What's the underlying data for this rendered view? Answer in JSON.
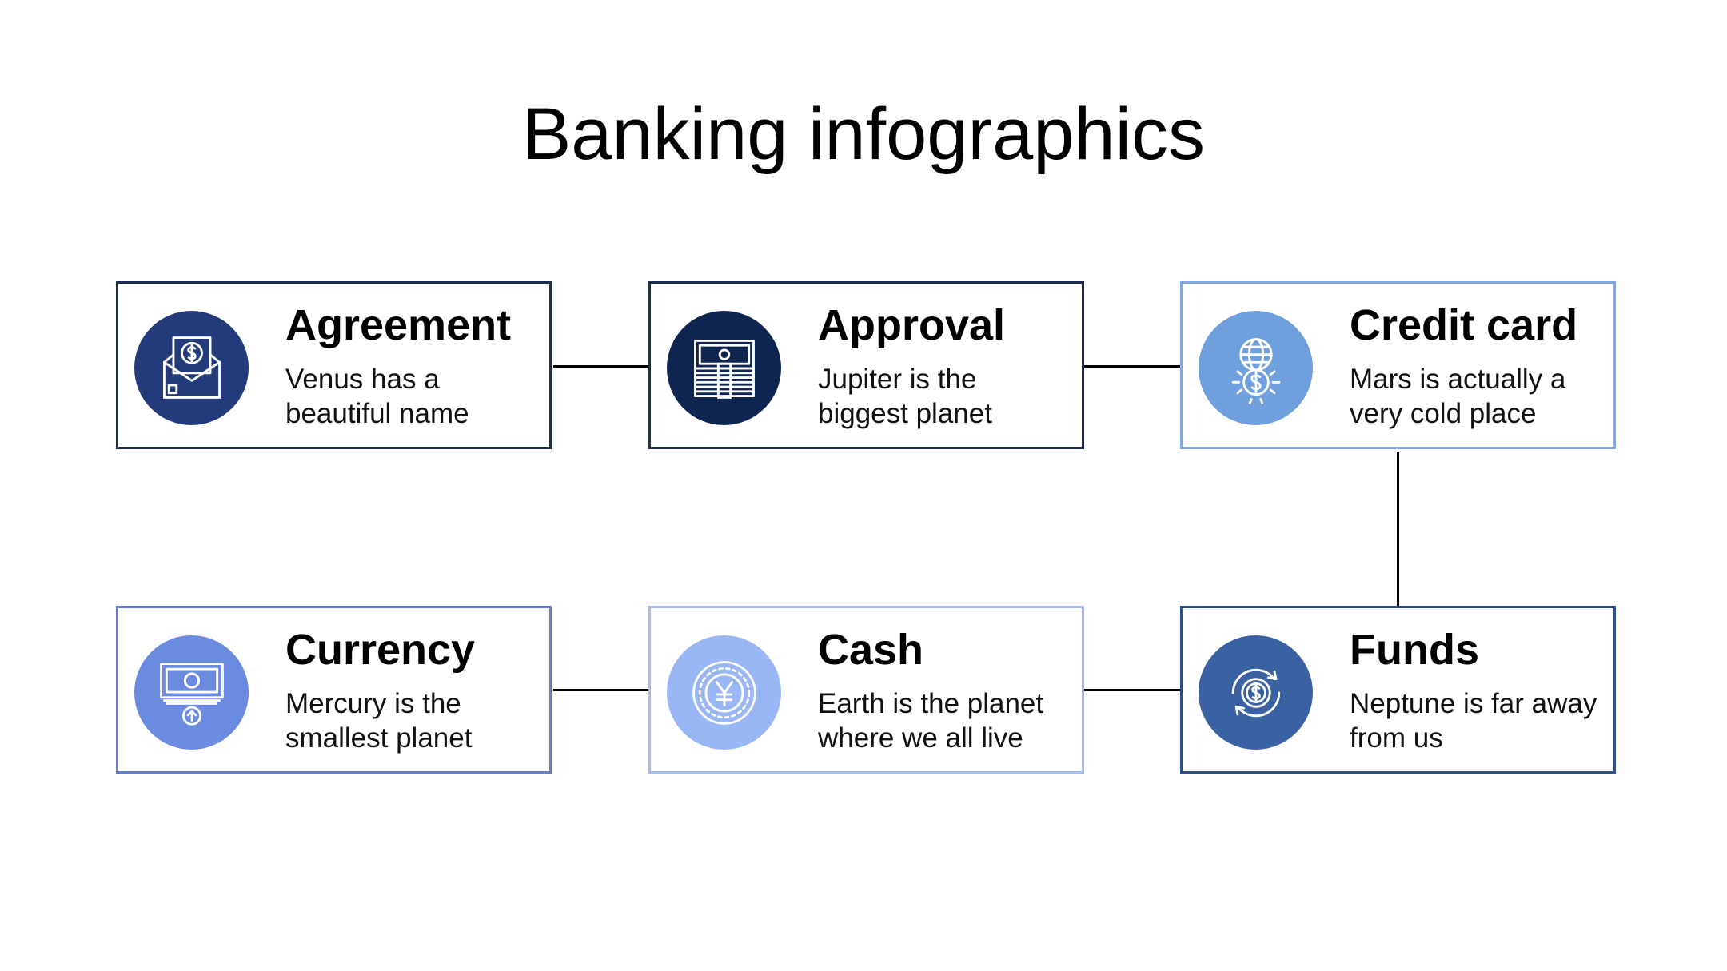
{
  "title": "Banking infographics",
  "cards": [
    {
      "title": "Agreement",
      "desc": "Venus has a beautiful name",
      "icon": "envelope-dollar-icon",
      "border": "#1f2d52",
      "circle": "#233b7b"
    },
    {
      "title": "Approval",
      "desc": "Jupiter is the biggest planet",
      "icon": "cash-stack-icon",
      "border": "#1f2d52",
      "circle": "#0d2550"
    },
    {
      "title": "Credit card",
      "desc": "Mars is actually a very cold place",
      "icon": "globe-coin-icon",
      "border": "#86a8e0",
      "circle": "#6f9fdc"
    },
    {
      "title": "Currency",
      "desc": "Mercury is the smallest planet",
      "icon": "banknote-upload-icon",
      "border": "#5f7dd4",
      "circle": "#6b8be0"
    },
    {
      "title": "Cash",
      "desc": "Earth is the planet where we all live",
      "icon": "yen-coin-icon",
      "border": "#a3bdf2",
      "circle": "#9ab7f5"
    },
    {
      "title": "Funds",
      "desc": "Neptune is far away from us",
      "icon": "refresh-dollar-icon",
      "border": "#2d4f87",
      "circle": "#3a62a3"
    }
  ]
}
